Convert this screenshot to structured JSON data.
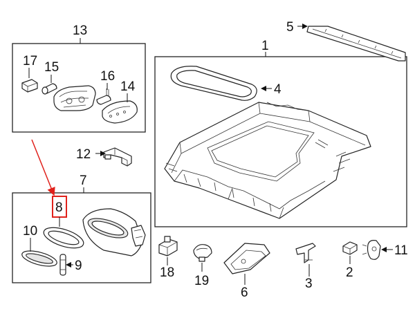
{
  "callouts": {
    "c1": "1",
    "c2": "2",
    "c3": "3",
    "c4": "4",
    "c5": "5",
    "c6": "6",
    "c7": "7",
    "c8": "8",
    "c9": "9",
    "c10": "10",
    "c11": "11",
    "c12": "12",
    "c13": "13",
    "c14": "14",
    "c15": "15",
    "c16": "16",
    "c17": "17",
    "c18": "18",
    "c19": "19"
  },
  "colors": {
    "line": "#222222",
    "highlight": "#e0211b",
    "background": "#ffffff"
  }
}
